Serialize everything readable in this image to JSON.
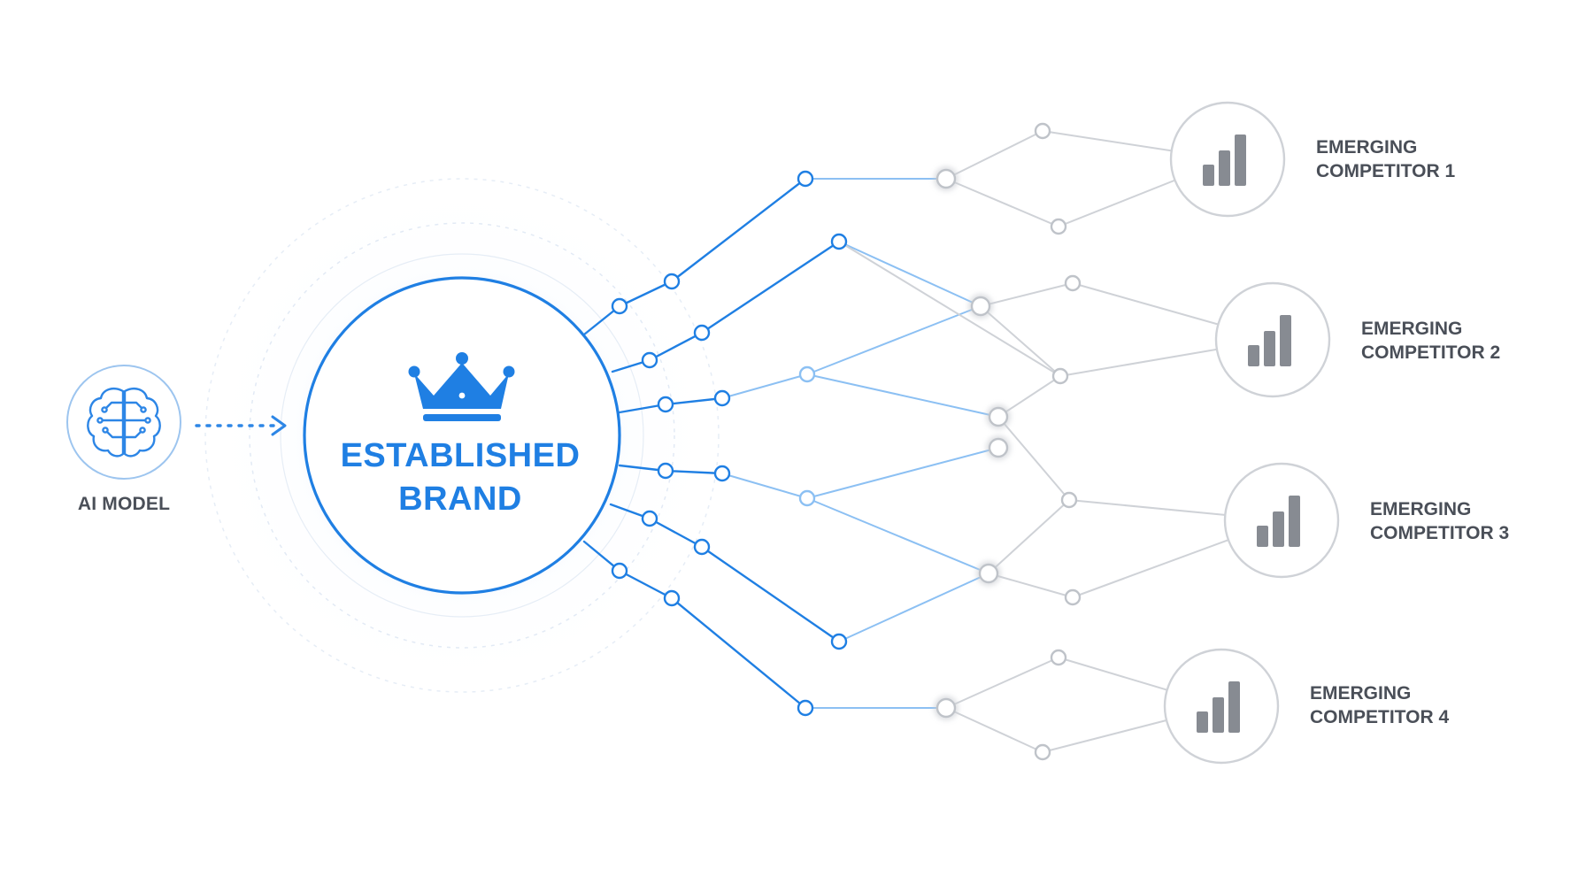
{
  "colors": {
    "accent": "#1f7fe3",
    "accent_light": "#8cc0f3",
    "gray_line": "#cfd2d7",
    "gray_node": "#bfc3c9",
    "bars": "#878b92",
    "text": "#4a4f58"
  },
  "source": {
    "label": "AI MODEL",
    "icon": "brain-circuit-icon"
  },
  "brand": {
    "line1": "ESTABLISHED",
    "line2": "BRAND",
    "icon": "crown-icon"
  },
  "competitors": [
    {
      "line1": "EMERGING",
      "line2": "COMPETITOR 1",
      "icon": "bar-chart-icon"
    },
    {
      "line1": "EMERGING",
      "line2": "COMPETITOR 2",
      "icon": "bar-chart-icon"
    },
    {
      "line1": "EMERGING",
      "line2": "COMPETITOR 3",
      "icon": "bar-chart-icon"
    },
    {
      "line1": "EMERGING",
      "line2": "COMPETITOR 4",
      "icon": "bar-chart-icon"
    }
  ]
}
